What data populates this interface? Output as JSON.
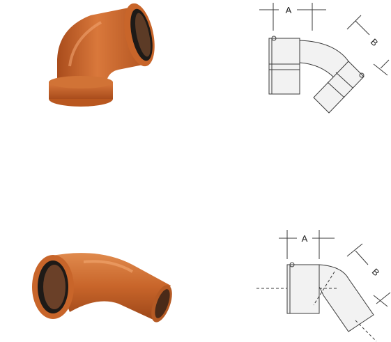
{
  "products": [
    {
      "name": "bend-double-socket",
      "drawing": {
        "label_a": "A",
        "label_b": "B"
      }
    },
    {
      "name": "bend-single-socket",
      "drawing": {
        "label_a": "A",
        "label_b": "B"
      }
    }
  ],
  "colors": {
    "pipe_orange": "#c8652a",
    "pipe_shadow": "#8e3f14",
    "pipe_highlight": "#e38a4f",
    "line": "#3a3a3a",
    "fill_light": "#f2f2f2"
  }
}
